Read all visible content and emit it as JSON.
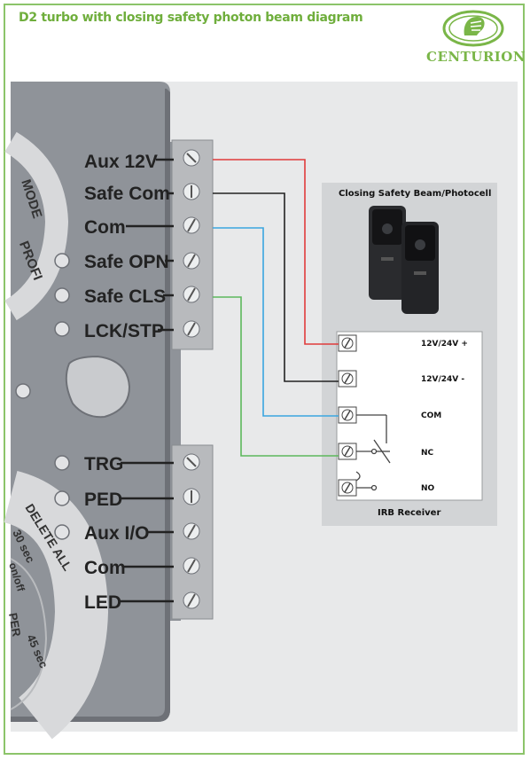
{
  "header": {
    "title": "D2 turbo with closing safety photon beam diagram",
    "brand": "CENTURION"
  },
  "controller": {
    "terminals_top": [
      "Aux 12V",
      "Safe Com",
      "Com",
      "Safe OPN",
      "Safe CLS",
      "LCK/STP"
    ],
    "terminals_bottom": [
      "TRG",
      "PED",
      "Aux I/O",
      "Com",
      "LED"
    ],
    "dial_text": [
      "MODE",
      "PROFI",
      "DELETE ALL",
      "30 sec",
      "on/off",
      "45 sec",
      "PER"
    ]
  },
  "photocell": {
    "title": "Closing Safety Beam/Photocell"
  },
  "receiver": {
    "label": "IRB Receiver",
    "terminals": [
      "12V/24V +",
      "12V/24V -",
      "COM",
      "NC",
      "NO"
    ]
  },
  "wires": [
    {
      "from": "Aux 12V",
      "to": "12V/24V +",
      "color": "#e03b3b"
    },
    {
      "from": "Safe Com",
      "to": "12V/24V -",
      "color": "#222222"
    },
    {
      "from": "Com",
      "to": "COM",
      "color": "#3aa6e0"
    },
    {
      "from": "Safe CLS",
      "to": "NC",
      "color": "#5cb85c"
    }
  ],
  "colors": {
    "accent_green": "#7ab648",
    "panel_grey": "#e8e9ea",
    "controller_grey": "#8f9399"
  }
}
